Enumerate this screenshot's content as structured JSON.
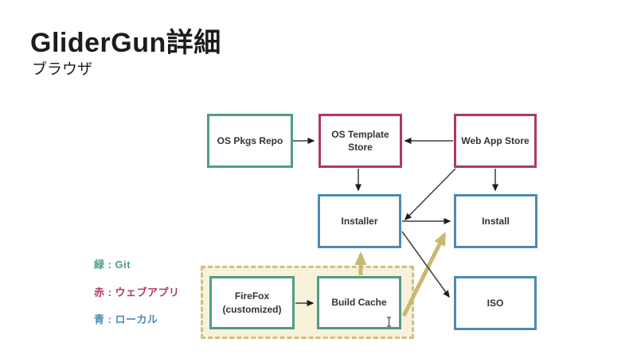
{
  "page": {
    "title": "GliderGun詳細",
    "subtitle": "ブラウザ"
  },
  "legend": {
    "items": [
      {
        "id": "git",
        "label": "緑 : Git",
        "color": "#4f9c89"
      },
      {
        "id": "webapp",
        "label": "赤 : ウェブアプリ",
        "color": "#b03a5e"
      },
      {
        "id": "local",
        "label": "青 : ローカル",
        "color": "#4a8ab8"
      }
    ]
  },
  "diagram": {
    "colors": {
      "git_border": "#4f9c89",
      "webapp_border": "#ad3a60",
      "local_border": "#4e8ab2",
      "highlight_arrow": "#c9b873",
      "group_dash": "#cfc183",
      "group_fill": "#f9f2da",
      "line": "#3e3e3e"
    },
    "nodes": {
      "os_pkgs_repo": {
        "label": "OS Pkgs Repo",
        "category": "git"
      },
      "os_template_store": {
        "label": "OS Template Store",
        "category": "webapp"
      },
      "web_app_store": {
        "label": "Web App Store",
        "category": "webapp"
      },
      "installer": {
        "label": "Installer",
        "category": "local"
      },
      "install": {
        "label": "Install",
        "category": "local"
      },
      "iso": {
        "label": "ISO",
        "category": "local"
      },
      "firefox": {
        "label": "FireFox (customized)",
        "category": "git"
      },
      "build_cache": {
        "label": "Build Cache",
        "category": "git"
      }
    },
    "edges": [
      {
        "from": "os_pkgs_repo",
        "to": "os_template_store",
        "style": "thin-black"
      },
      {
        "from": "web_app_store",
        "to": "os_template_store",
        "style": "thin-black"
      },
      {
        "from": "os_template_store",
        "to": "installer",
        "style": "thin-black"
      },
      {
        "from": "web_app_store",
        "to": "install",
        "style": "thin-black"
      },
      {
        "from": "web_app_store",
        "to": "installer",
        "style": "thin-black"
      },
      {
        "from": "installer",
        "to": "install",
        "style": "thin-black"
      },
      {
        "from": "installer",
        "to": "iso",
        "style": "thin-black"
      },
      {
        "from": "firefox",
        "to": "build_cache",
        "style": "thin-black"
      },
      {
        "from": "local_group",
        "to": "installer",
        "style": "thick-tan"
      },
      {
        "from": "build_cache",
        "to": "install",
        "style": "thick-tan"
      }
    ]
  }
}
